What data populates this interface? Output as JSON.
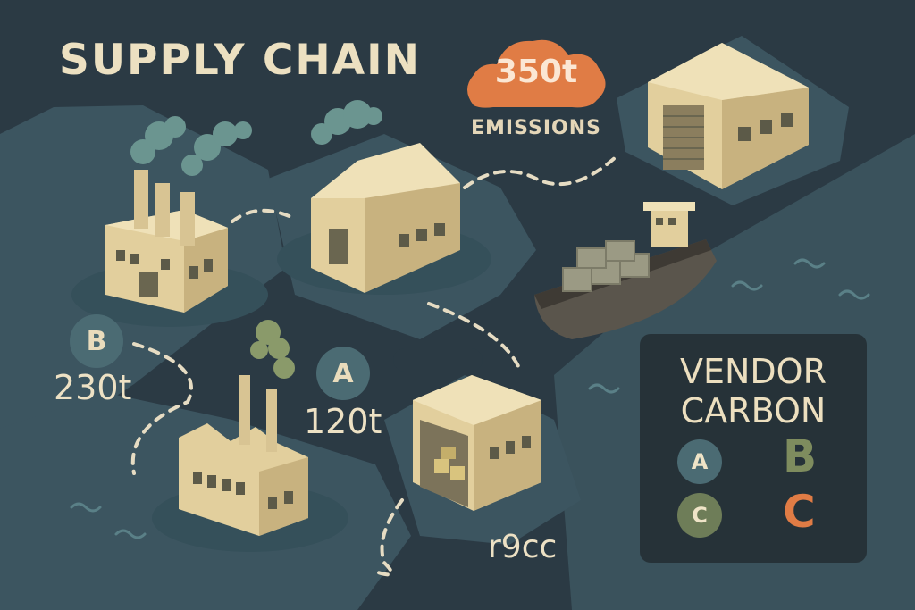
{
  "title": "SUPPLY CHAIN",
  "emissions": {
    "value": "350t",
    "label": "EMISSIONS"
  },
  "markers": [
    {
      "letter": "B",
      "amount": "230t"
    },
    {
      "letter": "A",
      "amount": "120t"
    }
  ],
  "garbled_label": "r9cc",
  "legend": {
    "title_line1": "VENDOR",
    "title_line2": "CARBON",
    "items": [
      {
        "letter": "A",
        "style": "chip"
      },
      {
        "letter": "B",
        "style": "letter"
      },
      {
        "letter": "C",
        "style": "chip"
      },
      {
        "letter": "C",
        "style": "letter"
      }
    ]
  },
  "colors": {
    "background": "#2b3a44",
    "land": "#3c5560",
    "building_light": "#e2cf9d",
    "building_side": "#c8b27f",
    "emission_orange": "#e07c45",
    "badge_teal": "#4b6b73",
    "legend_green": "#7e8c5e",
    "legend_orange": "#e07c45",
    "ship_hull": "#5a554c",
    "smoke": "#6b9590"
  }
}
